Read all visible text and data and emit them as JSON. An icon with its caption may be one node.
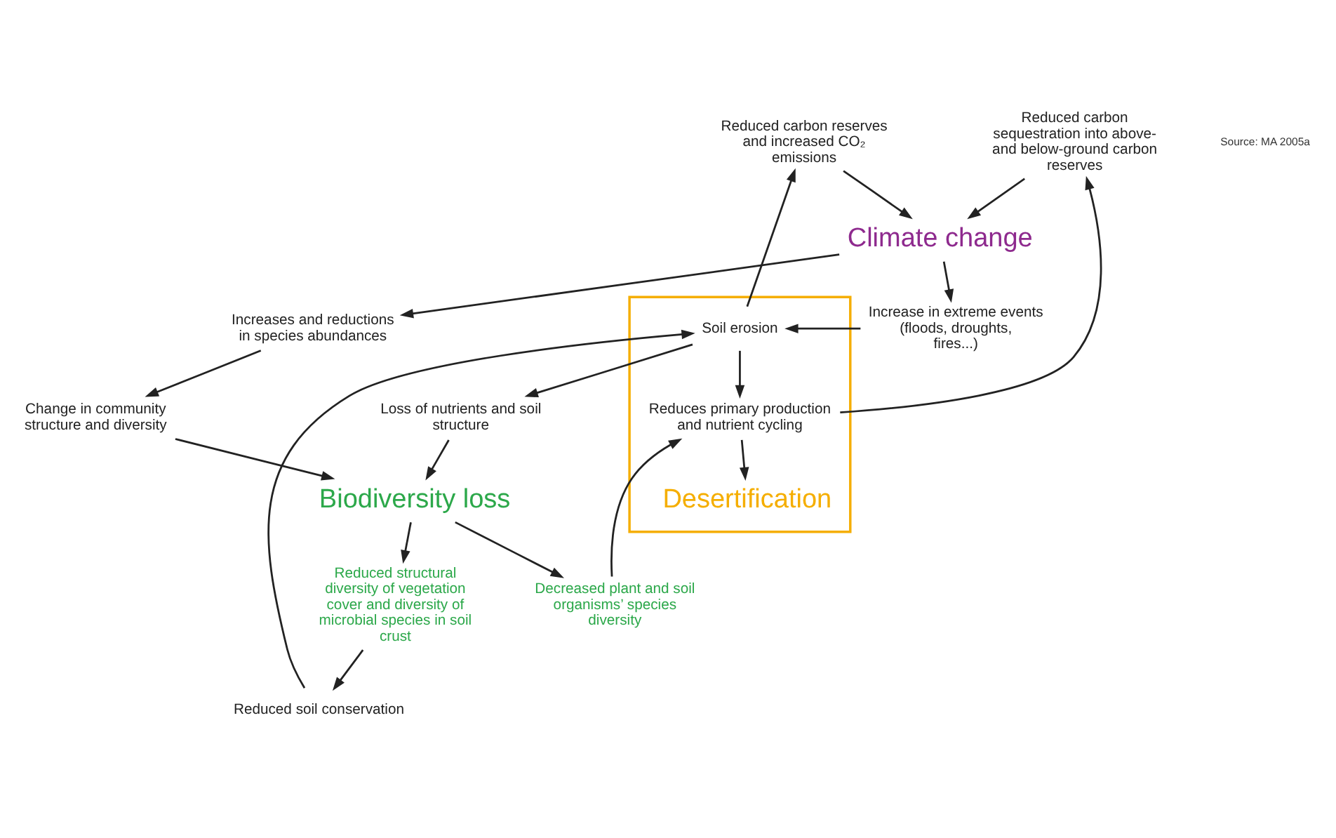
{
  "diagram": {
    "nodes": [
      {
        "text": [
          "Desertification"
        ]
      },
      {
        "text": [
          "Reduces primary production and nutrient cycling"
        ],
        "in": 0
      },
      {
        "text": [
          "Soil erosion"
        ],
        "in": 0
      },
      {
        "text": [
          "Reduced carbon sequestration into above- and below-ground carbon reserves"
        ]
      },
      {
        "text": [
          "Decreased plant and soil organisms’ species diversity"
        ]
      },
      {
        "text": [
          "Reduced soil conservation"
        ]
      },
      {
        "text": [
          "Increase in extreme events (floods, droughts, fires...)"
        ]
      },
      {
        "text": [
          "Reduced carbon reserves and increased CO₂ emissions"
        ]
      },
      {
        "text": [
          "Loss of nutrients and soil structure"
        ]
      },
      {
        "text": [
          "Reduced structural diversity of vegetation cover and diversity of microbial species in soil crust"
        ]
      },
      {
        "text": [
          "Climate change"
        ]
      },
      {
        "text": [
          "Biodiversity loss"
        ]
      },
      {
        "text": [
          "Increases and reductions in species abundances"
        ]
      },
      {
        "text": [
          "Change in community structure and diversity"
        ]
      }
    ],
    "edges": [
      {
        "from": 1,
        "to": 0,
        "arrow": "to"
      },
      {
        "from": 2,
        "to": 1,
        "arrow": "to"
      },
      {
        "from": 1,
        "to": 3,
        "arrow": "to"
      },
      {
        "from": 4,
        "to": 1,
        "arrow": "to"
      },
      {
        "from": 6,
        "to": 2,
        "arrow": "to"
      },
      {
        "from": 5,
        "to": 2,
        "arrow": "to"
      },
      {
        "from": 2,
        "to": 7,
        "arrow": "to"
      },
      {
        "from": 2,
        "to": 8,
        "arrow": "to"
      },
      {
        "from": 3,
        "to": 10,
        "arrow": "to"
      },
      {
        "from": 10,
        "to": 6,
        "arrow": "to"
      },
      {
        "from": 7,
        "to": 10,
        "arrow": "to"
      },
      {
        "from": 8,
        "to": 11,
        "arrow": "to"
      },
      {
        "from": 11,
        "to": 9,
        "arrow": "to"
      },
      {
        "from": 9,
        "to": 5,
        "arrow": "to"
      },
      {
        "from": 11,
        "to": 4,
        "arrow": "to"
      },
      {
        "from": 10,
        "to": 12,
        "arrow": "to"
      },
      {
        "from": 12,
        "to": 13,
        "arrow": "to"
      },
      {
        "from": 13,
        "to": 11,
        "arrow": "to"
      }
    ],
    "labels": [
      "Source: MA 2005a"
    ]
  }
}
